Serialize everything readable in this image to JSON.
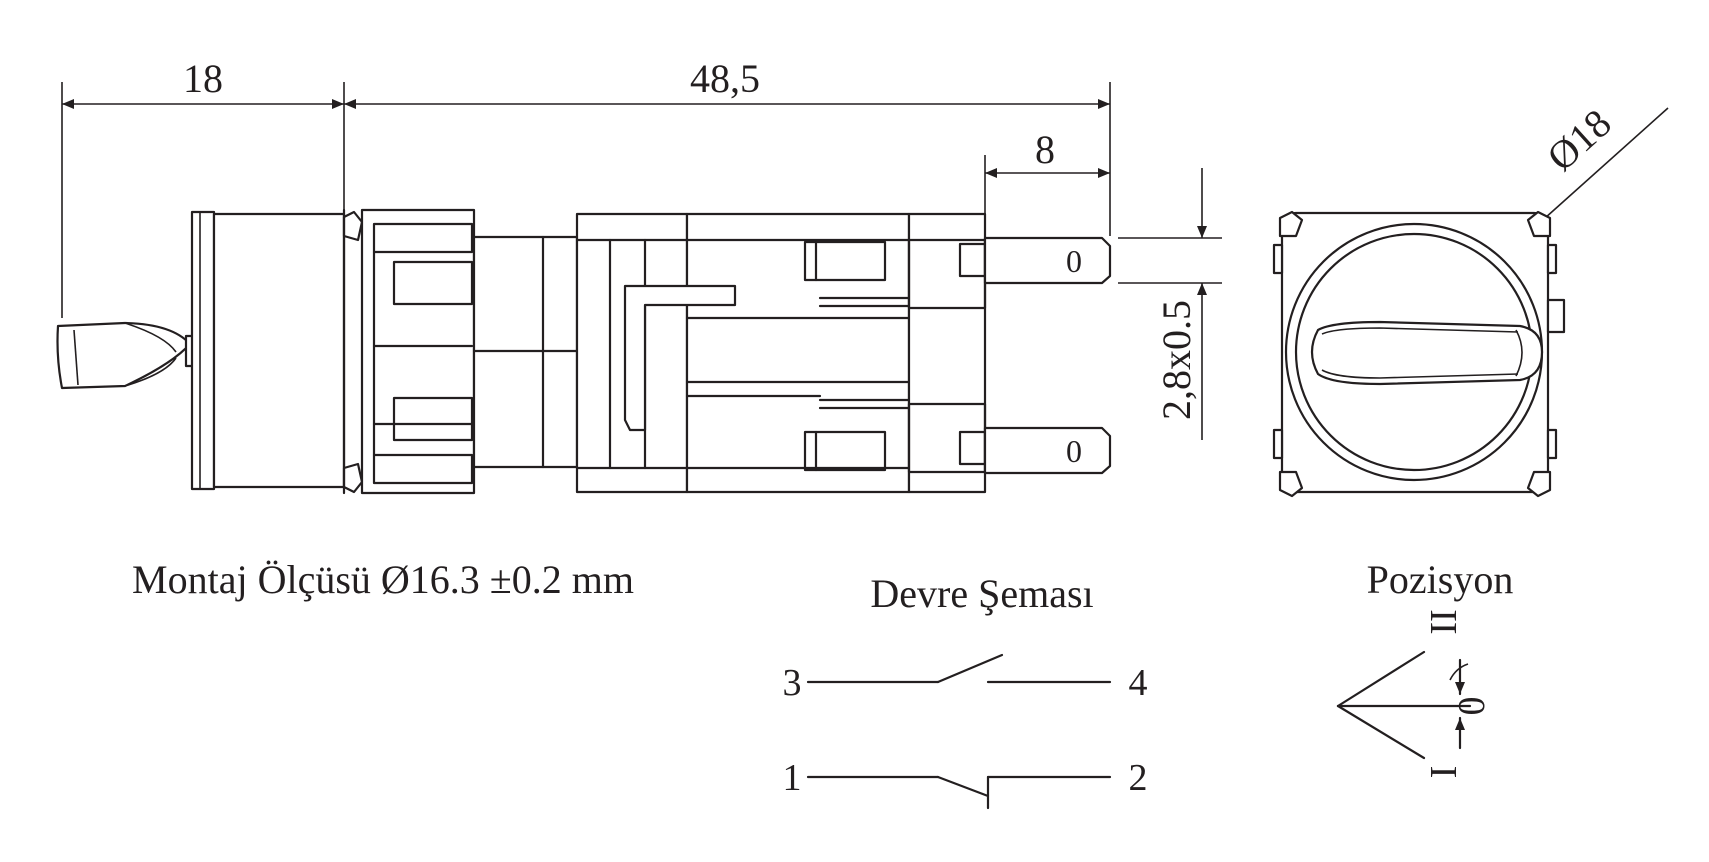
{
  "dimensions": {
    "actuator_length": "18",
    "body_length": "48,5",
    "terminal_length": "8",
    "terminal_size": "2,8x0.5",
    "diameter": "Ø18"
  },
  "captions": {
    "mounting": "Montaj Ölçüsü Ø16.3 ±0.2 mm",
    "circuit": "Devre Şeması",
    "position": "Pozisyon"
  },
  "circuit": {
    "pins": [
      "3",
      "4",
      "1",
      "2"
    ]
  },
  "positions": {
    "labels": [
      "II",
      "0",
      "I"
    ]
  },
  "terminal_mark": "0"
}
